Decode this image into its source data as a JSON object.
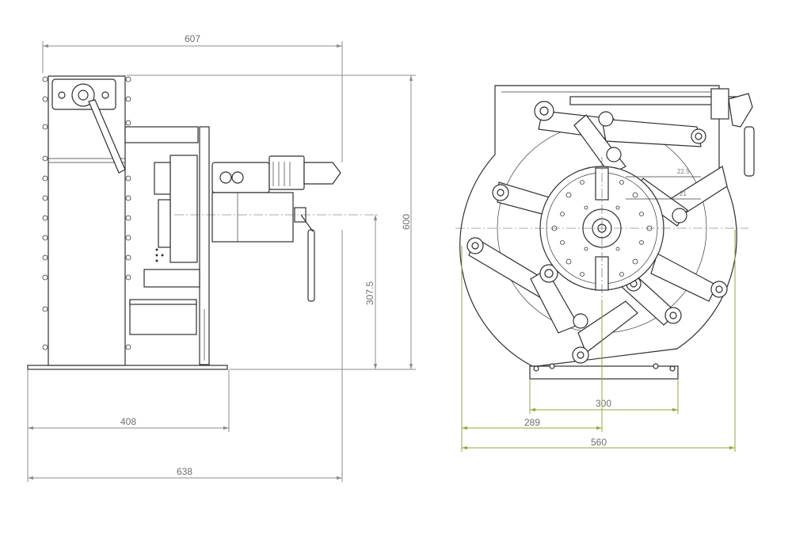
{
  "dimensions": {
    "top_width": "607",
    "height_total": "600",
    "height_axis": "307.5",
    "base_width": "408",
    "overall_width": "638",
    "front_inner": "300",
    "front_offset": "289",
    "front_total": "560",
    "angle_1": "22.5",
    "angle_2": "21"
  },
  "colors": {
    "dimension_gray": "#8c8c8c",
    "dimension_olive": "#9aa33c",
    "outline": "#2f2f2f"
  }
}
